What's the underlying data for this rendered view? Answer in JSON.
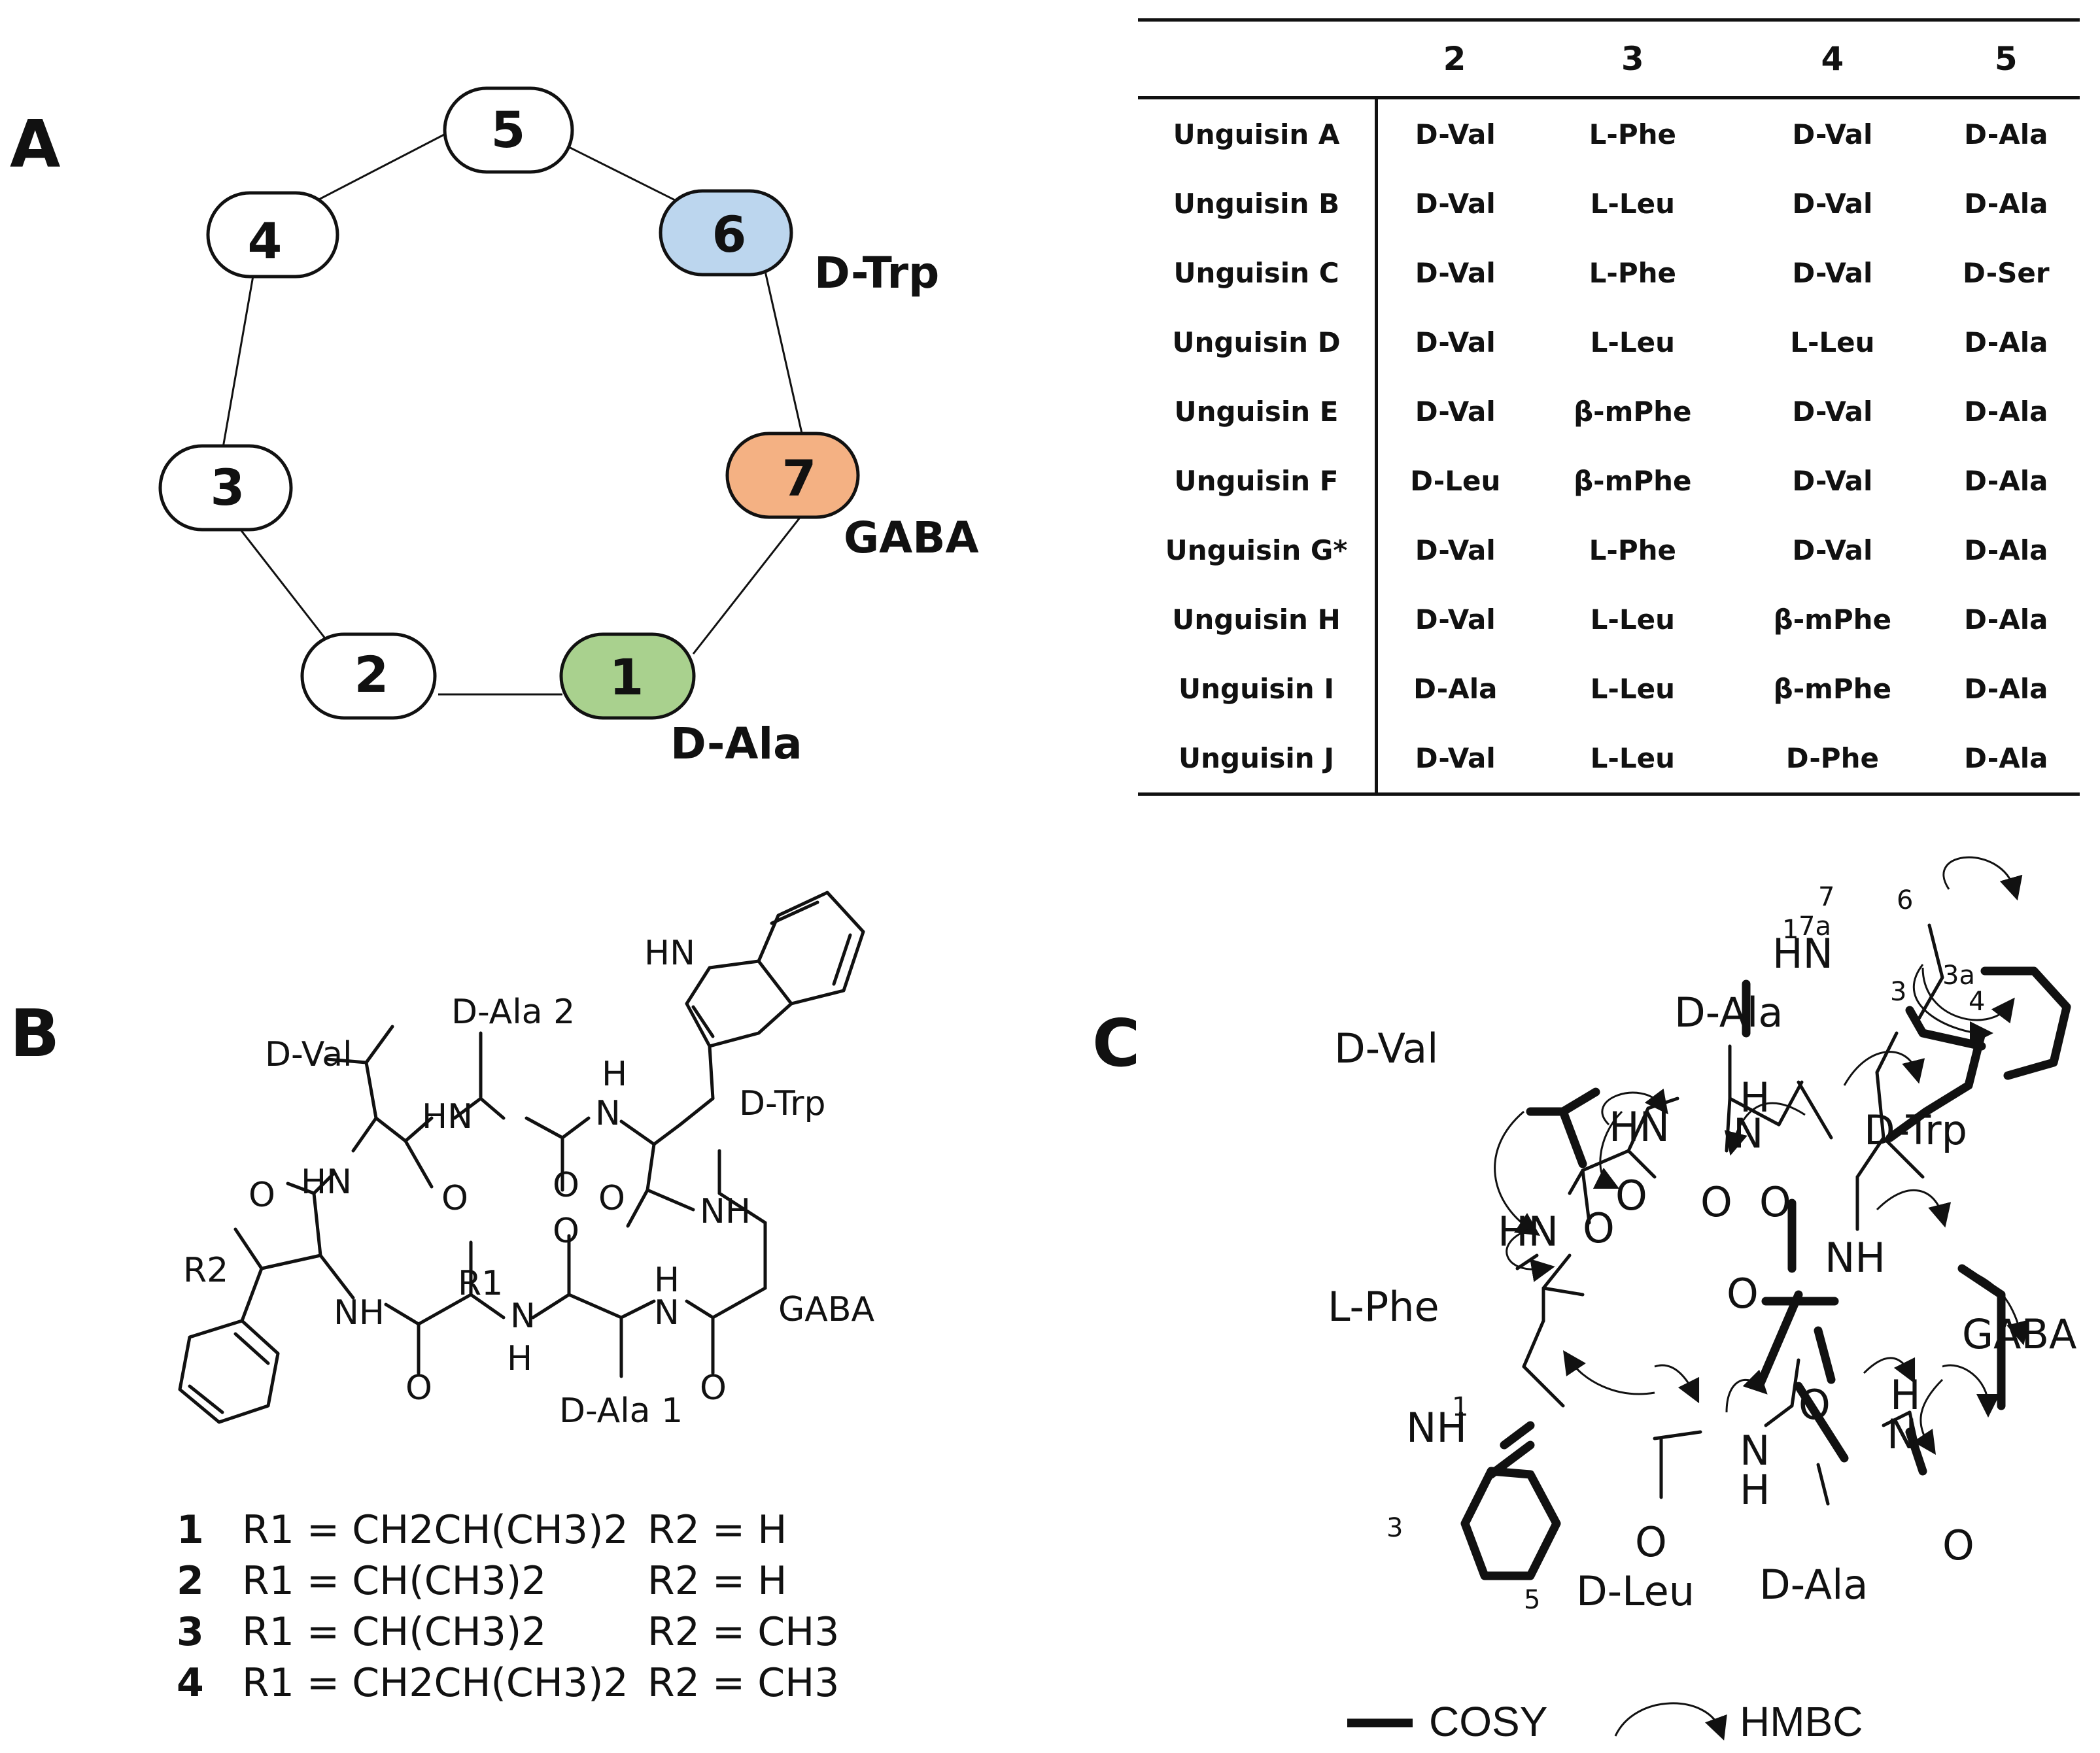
{
  "panels": {
    "A": "A",
    "B": "B",
    "C": "C"
  },
  "ring": {
    "nodes": [
      "5",
      "4",
      "6",
      "3",
      "7",
      "2",
      "1"
    ],
    "residue_labels": {
      "n6": "D-Trp",
      "n7": "GABA",
      "n1": "D-Ala"
    },
    "colors": {
      "n6": "#bcd6ee",
      "n7": "#f4b183",
      "n1": "#a9d18e",
      "default": "#ffffff"
    }
  },
  "table": {
    "headers": [
      "",
      "2",
      "3",
      "4",
      "5"
    ],
    "rows": [
      [
        "Unguisin A",
        "D-Val",
        "L-Phe",
        "D-Val",
        "D-Ala"
      ],
      [
        "Unguisin B",
        "D-Val",
        "L-Leu",
        "D-Val",
        "D-Ala"
      ],
      [
        "Unguisin C",
        "D-Val",
        "L-Phe",
        "D-Val",
        "D-Ser"
      ],
      [
        "Unguisin D",
        "D-Val",
        "L-Leu",
        "L-Leu",
        "D-Ala"
      ],
      [
        "Unguisin E",
        "D-Val",
        "β-mPhe",
        "D-Val",
        "D-Ala"
      ],
      [
        "Unguisin F",
        "D-Leu",
        "β-mPhe",
        "D-Val",
        "D-Ala"
      ],
      [
        "Unguisin G*",
        "D-Val",
        "L-Phe",
        "D-Val",
        "D-Ala"
      ],
      [
        "Unguisin H",
        "D-Val",
        "L-Leu",
        "β-mPhe",
        "D-Ala"
      ],
      [
        "Unguisin I",
        "D-Ala",
        "L-Leu",
        "β-mPhe",
        "D-Ala"
      ],
      [
        "Unguisin J",
        "D-Val",
        "L-Leu",
        "D-Phe",
        "D-Ala"
      ]
    ]
  },
  "structB": {
    "labels": {
      "dala2": "D-Ala 2",
      "dval": "D-Val",
      "dtrp": "D-Trp",
      "gaba": "GABA",
      "dala1": "D-Ala 1",
      "hn_indole": "HN",
      "hn1": "HN",
      "h_nh1": "H",
      "n_nh1": "N",
      "o1": "O",
      "hn2": "HN",
      "o2": "O",
      "o3": "O",
      "o4": "O",
      "nh_gaba": "NH",
      "r2": "R2",
      "r1": "R1",
      "nh3": "NH",
      "n_mid": "N",
      "h_mid": "H",
      "h_mid2": "H",
      "n_mid2": "N",
      "o5": "O",
      "o6": "O",
      "o7": "O"
    },
    "compounds": [
      {
        "num": "1",
        "r1": "R1 = CH2CH(CH3)2",
        "r2": "R2 = H"
      },
      {
        "num": "2",
        "r1": "R1 = CH(CH3)2",
        "r2": "R2 = H"
      },
      {
        "num": "3",
        "r1": "R1 = CH(CH3)2",
        "r2": "R2 = CH3"
      },
      {
        "num": "4",
        "r1": "R1 = CH2CH(CH3)2",
        "r2": "R2 = CH3"
      }
    ]
  },
  "structC": {
    "labels": {
      "dval": "D-Val",
      "dala_top": "D-Ala",
      "dtrp": "D-Trp",
      "lphe": "L-Phe",
      "gaba": "GABA",
      "dleu": "D-Leu",
      "dala_bot": "D-Ala",
      "hn_indole": "HN",
      "n1": "1",
      "n7": "7",
      "n6": "6",
      "n7a": "7a",
      "n3a": "3a",
      "n3": "3",
      "n4": "4",
      "hn_a": "HN",
      "h_b": "H",
      "n_b": "N",
      "hn_c": "HN",
      "o_a": "O",
      "o_b": "O",
      "o_c": "O",
      "o_d": "O",
      "nh_gaba": "NH",
      "o_e": "O",
      "nh_phe": "NH",
      "p1": "1",
      "p3": "3",
      "p5": "5",
      "o_f": "O",
      "n_leu": "N",
      "h_leu": "H",
      "o_g": "O",
      "h_ala": "H",
      "n_ala": "N",
      "o_h": "O"
    },
    "legend": {
      "cosy": "COSY",
      "hmbc": "HMBC"
    }
  }
}
